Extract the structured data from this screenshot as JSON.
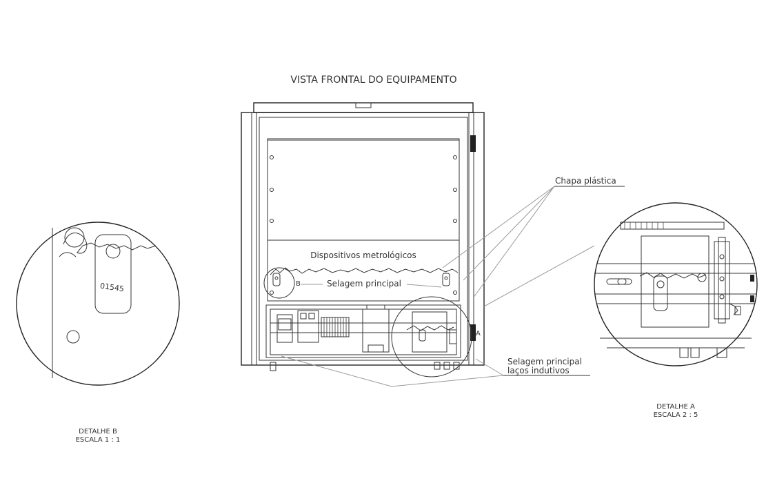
{
  "title": "VISTA FRONTAL DO EQUIPAMENTO",
  "labels": {
    "chapa": "Chapa plástica",
    "dispositivos": "Dispositivos metrológicos",
    "selagem": "Selagem principal",
    "selagem_lacos_1": "Selagem principal",
    "selagem_lacos_2": "laços indutivos",
    "callout_b": "B",
    "callout_a": "A",
    "seal_number": "01545"
  },
  "detail_b": {
    "name": "DETALHE B",
    "scale": "ESCALA 1 : 1"
  },
  "detail_a": {
    "name": "DETALHE A",
    "scale": "ESCALA 2 : 5"
  }
}
